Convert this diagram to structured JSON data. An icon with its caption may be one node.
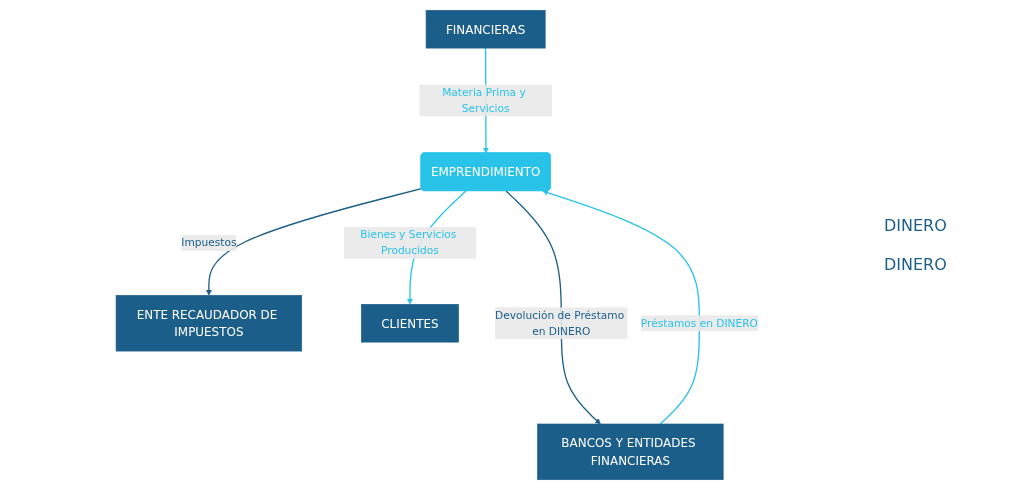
{
  "diagram": {
    "nodes": [
      {
        "text": [
          "FINANCIERAS"
        ]
      },
      {
        "text": [
          "BANCOS Y ENTIDADES FINANCIERAS"
        ]
      },
      {
        "text": [
          "EMPRENDIMIENTO"
        ]
      },
      {
        "text": [
          "ENTE RECAUDADOR DE IMPUESTOS"
        ]
      },
      {
        "text": [
          "CLIENTES"
        ]
      }
    ],
    "edges": [
      {
        "from": 0,
        "to": 2,
        "arrow": "to",
        "label": "Materia Prima y Servicios"
      },
      {
        "from": 2,
        "to": 1,
        "arrow": "to",
        "label": "Devolución de Préstamo en DINERO",
        "color": "#1b5e8a"
      },
      {
        "from": 1,
        "to": 2,
        "arrow": "to",
        "label": "Préstamos en DINERO"
      },
      {
        "from": 2,
        "to": 3,
        "arrow": "to",
        "label": "Impuestos",
        "color": "#1b5e8a"
      },
      {
        "from": 2,
        "to": 4,
        "arrow": "to",
        "label": "Bienes y Servicios Producidos"
      }
    ],
    "labels": [
      "DINERO",
      "DINERO"
    ]
  }
}
